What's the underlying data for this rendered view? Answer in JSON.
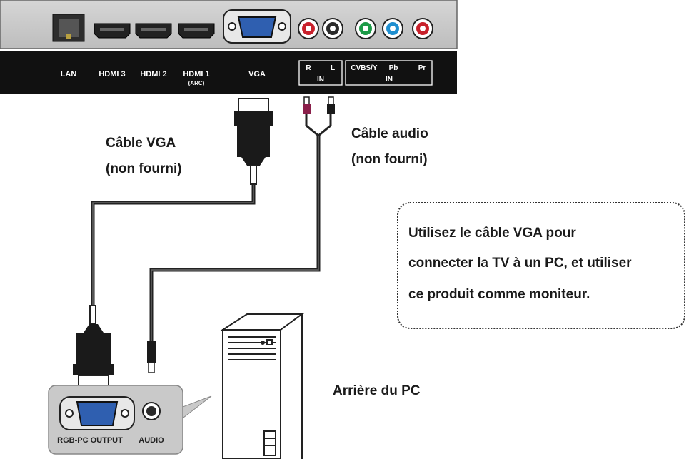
{
  "tv_panel": {
    "ports": {
      "lan": "LAN",
      "hdmi3": "HDMI 3",
      "hdmi2": "HDMI 2",
      "hdmi1": "HDMI 1",
      "hdmi1_sub": "(ARC)",
      "vga": "VGA",
      "audio_r": "R",
      "audio_l": "L",
      "audio_in": "IN",
      "cvbs": "CVBS/Y",
      "pb": "Pb",
      "pr": "Pr",
      "component_in": "IN"
    }
  },
  "pc_panel": {
    "rgb_output": "RGB-PC OUTPUT",
    "audio": "AUDIO"
  },
  "labels": {
    "vga_cable_line1": "Câble VGA",
    "vga_cable_line2": "(non fourni)",
    "audio_cable_line1": "Câble audio",
    "audio_cable_line2": "(non fourni)",
    "pc_rear": "Arrière du PC"
  },
  "note": {
    "line1": "Utilisez le câble VGA pour",
    "line2": "connecter la TV à un PC, et utiliser",
    "line3": "ce produit comme moniteur."
  },
  "colors": {
    "panel_gray": "#c9c9c9",
    "label_bar": "#111111",
    "vga_blue": "#2f5fb0",
    "rca_red": "#c8202b",
    "rca_green": "#1c9a47",
    "rca_blue": "#1f8fd0"
  }
}
